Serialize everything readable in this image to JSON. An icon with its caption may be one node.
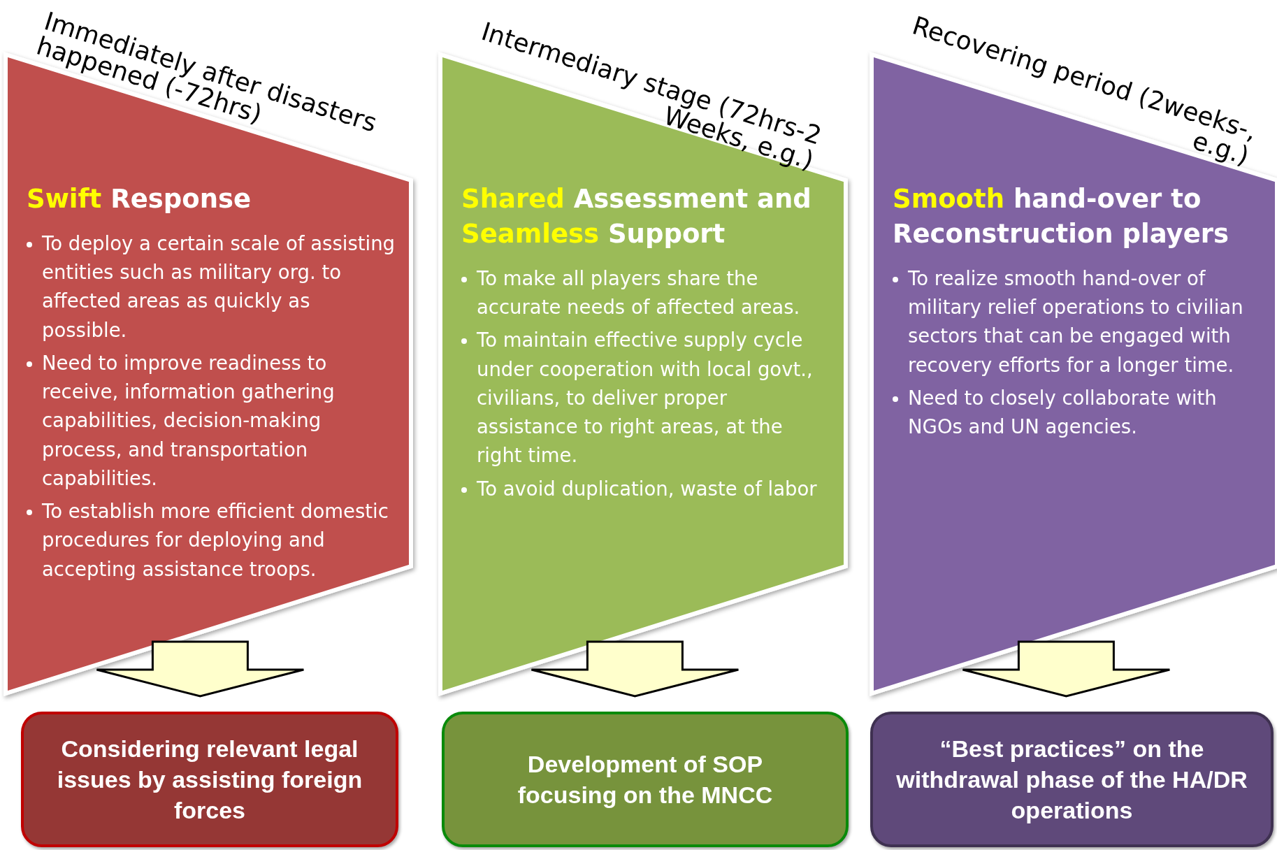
{
  "diagram": {
    "nodes": [
      {
        "text": [
          "**Swift** Response",
          "To deploy a certain scale of assisting entities such as military org. to affected areas as quickly as possible.",
          "Need to improve readiness to receive, information gathering capabilities, decision-making process, and transportation capabilities.",
          "To establish more efficient domestic procedures for deploying and accepting assistance troops."
        ],
        "beside": [
          "Immediately after disasters happened (-72hrs)"
        ]
      },
      {
        "text": [
          "**Shared** Assessment and **Seamless** Support",
          "To make all players share the accurate needs of affected areas.",
          "To maintain effective supply cycle under cooperation with local govt., civilians, to deliver proper assistance to right areas, at the right time.",
          "To avoid duplication, waste of labor"
        ],
        "beside": [
          "Intermediary stage (72hrs-2 Weeks, e.g.)"
        ]
      },
      {
        "text": [
          "**Smooth** hand-over to Reconstruction players",
          "To realize smooth hand-over of military relief operations to civilian sectors that can be engaged with recovery efforts for a longer time.",
          "Need to closely collaborate with NGOs and UN agencies."
        ],
        "beside": [
          "Recovering period (2weeks-, e.g.)"
        ]
      },
      {
        "text": [
          "Considering relevant legal issues by assisting foreign forces"
        ]
      },
      {
        "text": [
          "Development of SOP focusing on the MNCC"
        ]
      },
      {
        "text": [
          "“Best practices” on the withdrawal phase of the HA/DR operations"
        ]
      }
    ],
    "edges": [
      {
        "from": 0,
        "to": 3,
        "arrow": "to"
      },
      {
        "from": 1,
        "to": 4,
        "arrow": "to"
      },
      {
        "from": 2,
        "to": 5,
        "arrow": "to"
      }
    ]
  }
}
